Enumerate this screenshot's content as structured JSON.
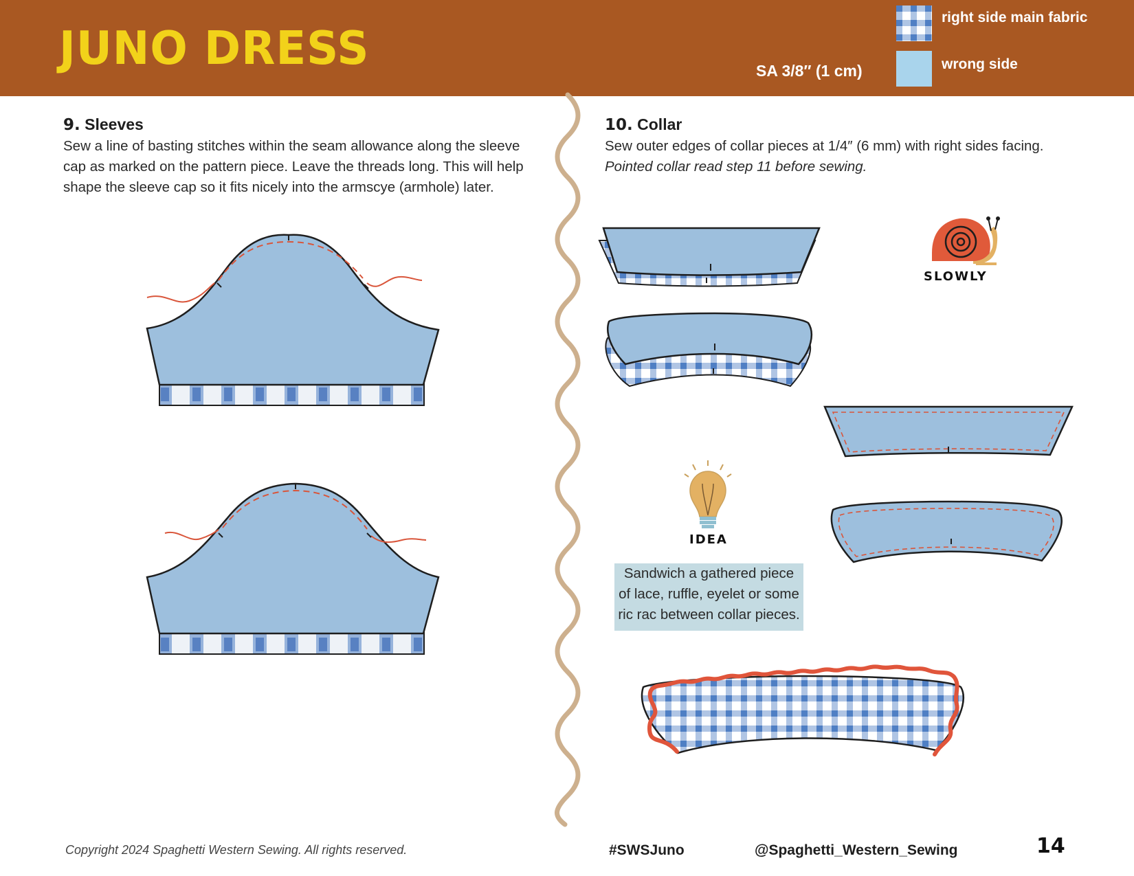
{
  "header": {
    "title": "JUNO DRESS",
    "seam_allowance": "SA 3/8″ (1 cm)",
    "legend": [
      {
        "label": "right side main fabric",
        "swatch": "gingham"
      },
      {
        "label": "wrong side",
        "swatch": "solid",
        "color": "#a9d4ec"
      }
    ]
  },
  "step9": {
    "number": "9.",
    "title": "Sleeves",
    "lines": [
      "Sew a line of basting stitches within the seam allowance along the sleeve",
      "cap as marked on the pattern piece.  Leave the threads long.  This will help",
      "shape the sleeve cap so it fits nicely into the armscye (armhole) later."
    ]
  },
  "step10": {
    "number": "10.",
    "title": "Collar",
    "line1": "Sew outer edges of collar pieces at 1/4″ (6 mm)  with right sides facing.",
    "line2": "Pointed collar read step 11 before sewing."
  },
  "stickers": {
    "slowly": "SLOWLY",
    "idea": "IDEA"
  },
  "tip": {
    "lines": [
      "Sandwich a gathered piece",
      "of lace, ruffle, eyelet or some",
      "ric rac between collar pieces."
    ]
  },
  "footer": {
    "copyright": "Copyright 2024 Spaghetti Western Sewing.  All rights reserved.",
    "hashtag": "#SWSJuno",
    "handle": "@Spaghetti_Western_Sewing",
    "page": "14"
  },
  "colors": {
    "header_bg": "#a95822",
    "title": "#f2d21a",
    "fabric_wrong": "#9dbfdd",
    "gingham_blue": "#4f7fc4",
    "thread": "#d9553a",
    "divider": "#cdb08e",
    "tip_bg": "#c4dbe2"
  }
}
